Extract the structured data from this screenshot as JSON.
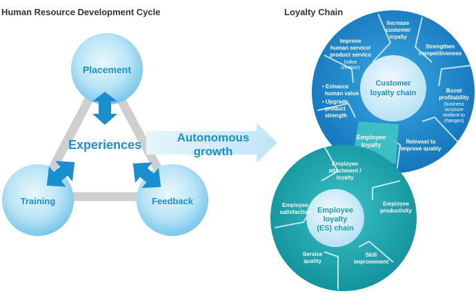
{
  "left_title": "Human Resource Development Cycle",
  "right_title": "Loyalty Chain",
  "hr_cycle": {
    "placement": "Placement",
    "training": "Training",
    "feedback": "Feedback",
    "center": "Experiences"
  },
  "arrow_label": [
    "Autonomous",
    "growth"
  ],
  "customer_ring": {
    "center": [
      "Customer",
      "loyalty chain"
    ],
    "segments": {
      "increase_loyalty": [
        "Increase",
        "customer",
        "loyalty"
      ],
      "strengthen": [
        "Strengthen",
        "competitiveness"
      ],
      "boost": [
        "Boost",
        "profitability"
      ],
      "boost_note": [
        "(business",
        "structure",
        "resilient to",
        "changes)"
      ],
      "reinvest": [
        "Reinvest to",
        "improve quality"
      ],
      "employee_loyalty": [
        "Employee",
        "loyalty"
      ],
      "enhance": [
        "• Enhance",
        "human value",
        "• Upgrade",
        "product",
        "strength"
      ],
      "improve_service": [
        "Improve",
        "human service/",
        "product service"
      ],
      "improve_note": [
        "(value",
        "creation)"
      ]
    }
  },
  "employee_ring": {
    "center": [
      "Employee",
      "loyalty",
      "(ES) chain"
    ],
    "segments": {
      "attachment": [
        "Employee",
        "attachment /",
        "loyalty"
      ],
      "productivity": [
        "Employee",
        "productivity"
      ],
      "skill": [
        "Skill",
        "improvement"
      ],
      "service_quality": [
        "Service",
        "quality"
      ],
      "satisfaction": [
        "Employee",
        "satisfaction"
      ]
    }
  },
  "colors": {
    "title": "#333333",
    "accent": "#1a8fd0",
    "light_circle": "#9fd8f0",
    "dark_ring": "#1b8fcf",
    "teal_ring": "#1ba5ad"
  }
}
